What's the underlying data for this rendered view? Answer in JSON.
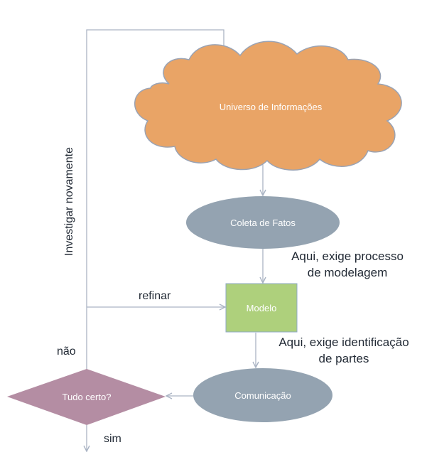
{
  "nodes": {
    "universe": "Universo de Informações",
    "collect": "Coleta de Fatos",
    "model": "Modelo",
    "communication": "Comunicação",
    "decision": "Tudo certo?"
  },
  "labels": {
    "loop_back": "Investigar novamente",
    "refine": "refinar",
    "no": "não",
    "yes": "sim"
  },
  "notes": {
    "modeling": [
      "Aqui, exige processo",
      "de modelagem"
    ],
    "identification": [
      "Aqui, exige identificação",
      "de partes"
    ]
  },
  "colors": {
    "cloud": "#e9a466",
    "cloud_stroke": "#9aa3b4",
    "ellipse": "#94a3b1",
    "model_box": "#aed07c",
    "diamond": "#b48da3",
    "connector": "#aab4c4",
    "text_dark": "#222a35"
  }
}
